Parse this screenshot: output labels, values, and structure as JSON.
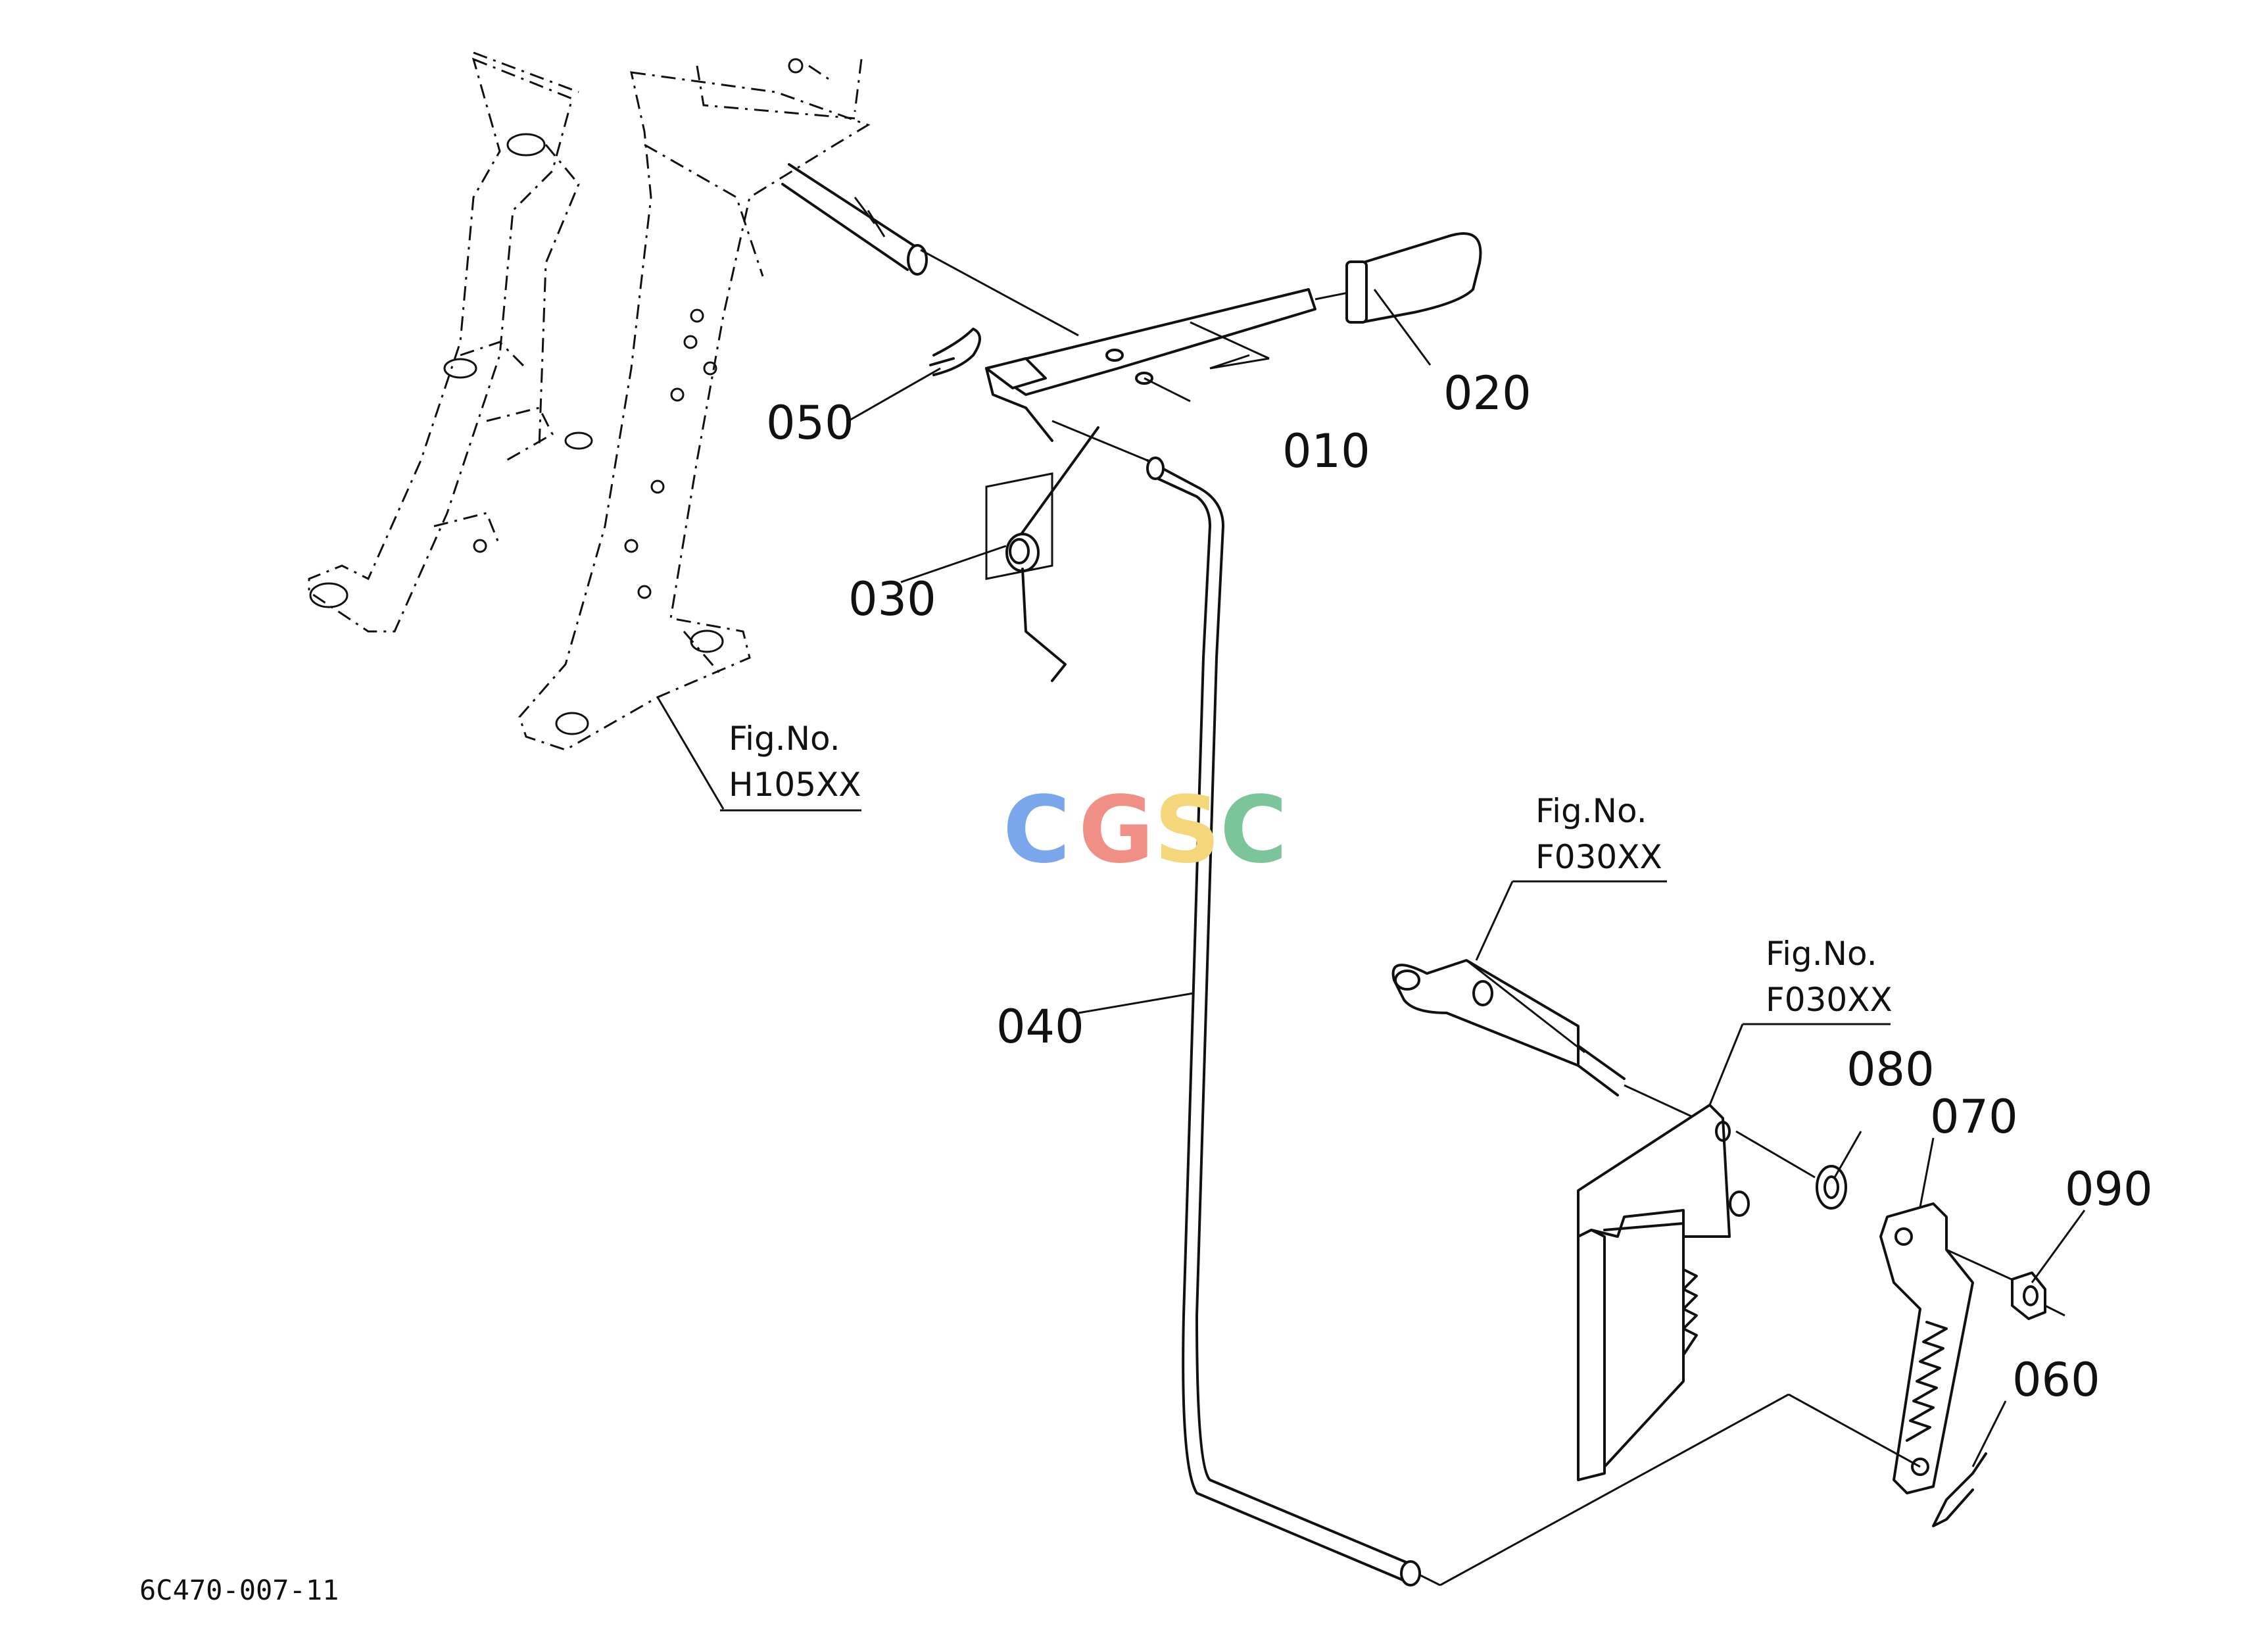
{
  "drawing_id": "6C470-007-11",
  "watermark": {
    "letters": [
      {
        "char": "C",
        "color": "#7aa7ec"
      },
      {
        "char": "G",
        "color": "#ef8f86"
      },
      {
        "char": "S",
        "color": "#f3d77a"
      },
      {
        "char": "C",
        "color": "#7cc59a"
      }
    ]
  },
  "callouts": {
    "p010": "010",
    "p020": "020",
    "p030": "030",
    "p040": "040",
    "p050": "050",
    "p060": "060",
    "p070": "070",
    "p080": "080",
    "p090": "090"
  },
  "figure_refs": [
    {
      "line1": "Fig.No.",
      "line2": "H105XX"
    },
    {
      "line1": "Fig.No.",
      "line2": "F030XX"
    },
    {
      "line1": "Fig.No.",
      "line2": "F030XX"
    }
  ]
}
